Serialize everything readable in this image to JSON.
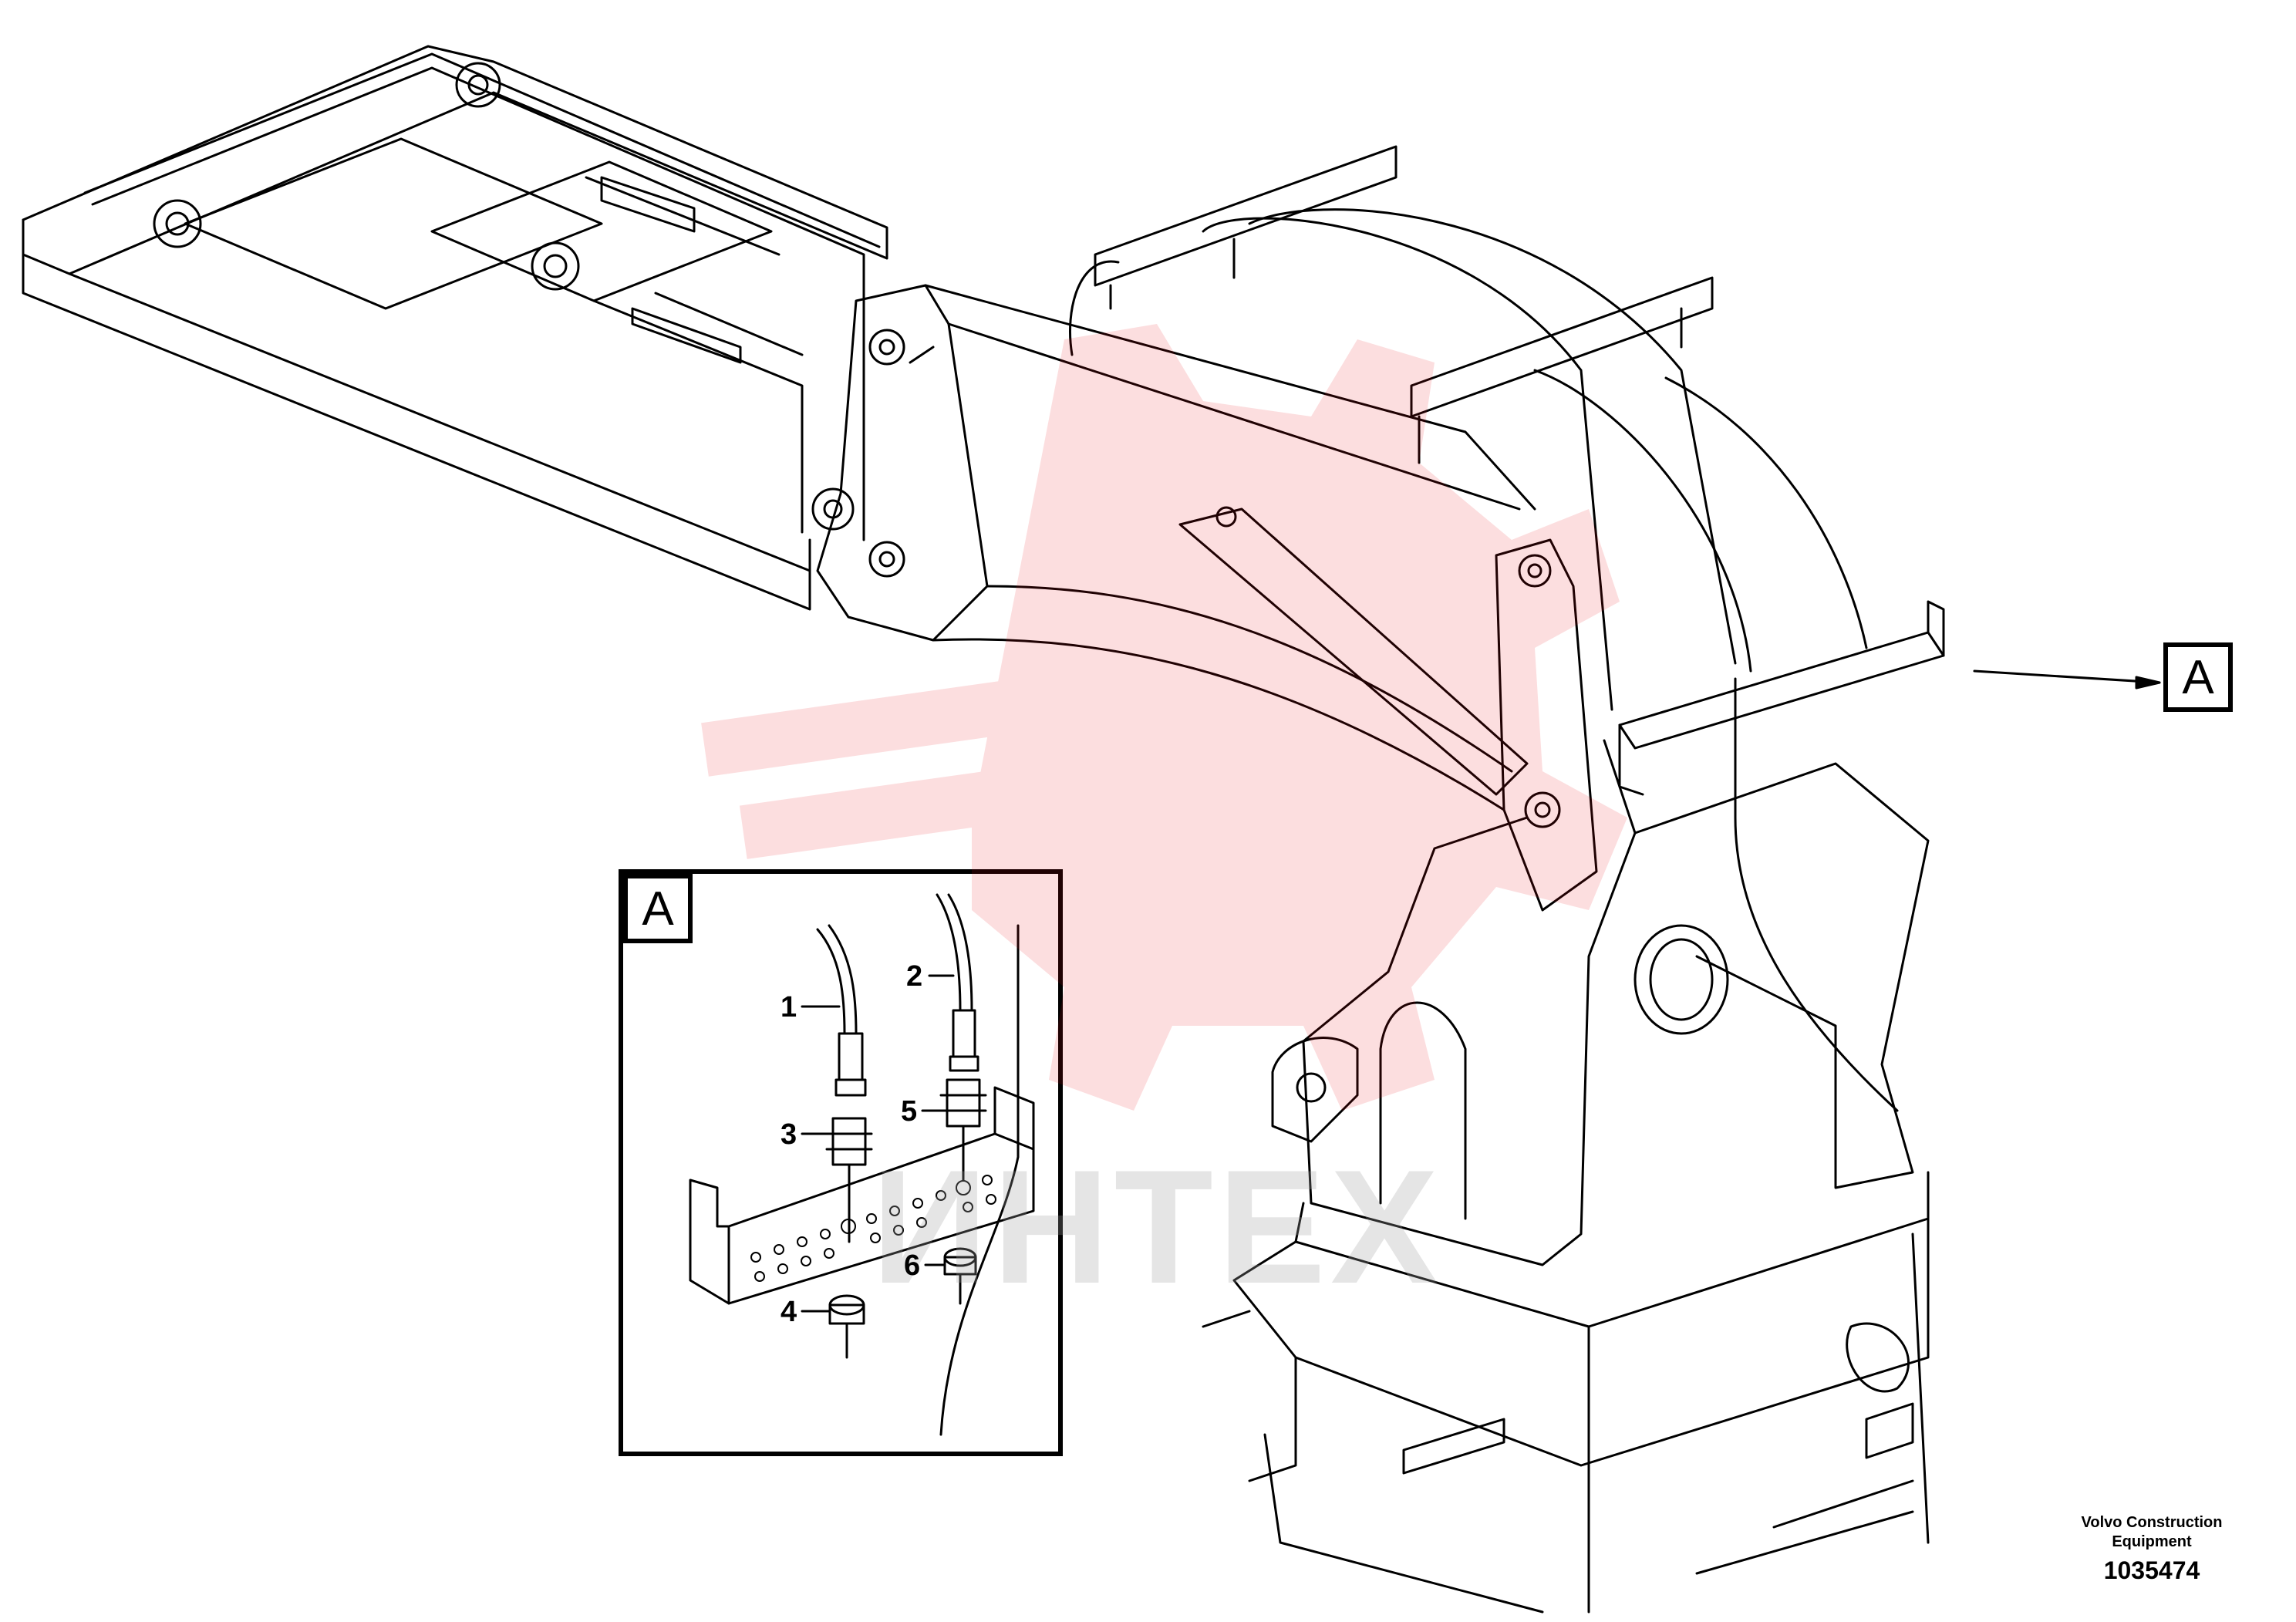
{
  "view_label": "A",
  "detail": {
    "label": "A",
    "parts": [
      {
        "num": "1"
      },
      {
        "num": "2"
      },
      {
        "num": "3"
      },
      {
        "num": "4"
      },
      {
        "num": "5"
      },
      {
        "num": "6"
      }
    ]
  },
  "credit": {
    "line1": "Volvo Construction",
    "line2": "Equipment",
    "number": "1035474"
  },
  "watermark": {
    "text": "ИНТЕХ",
    "color": "#e8141c"
  },
  "colors": {
    "ink": "#000000",
    "background": "#ffffff"
  }
}
